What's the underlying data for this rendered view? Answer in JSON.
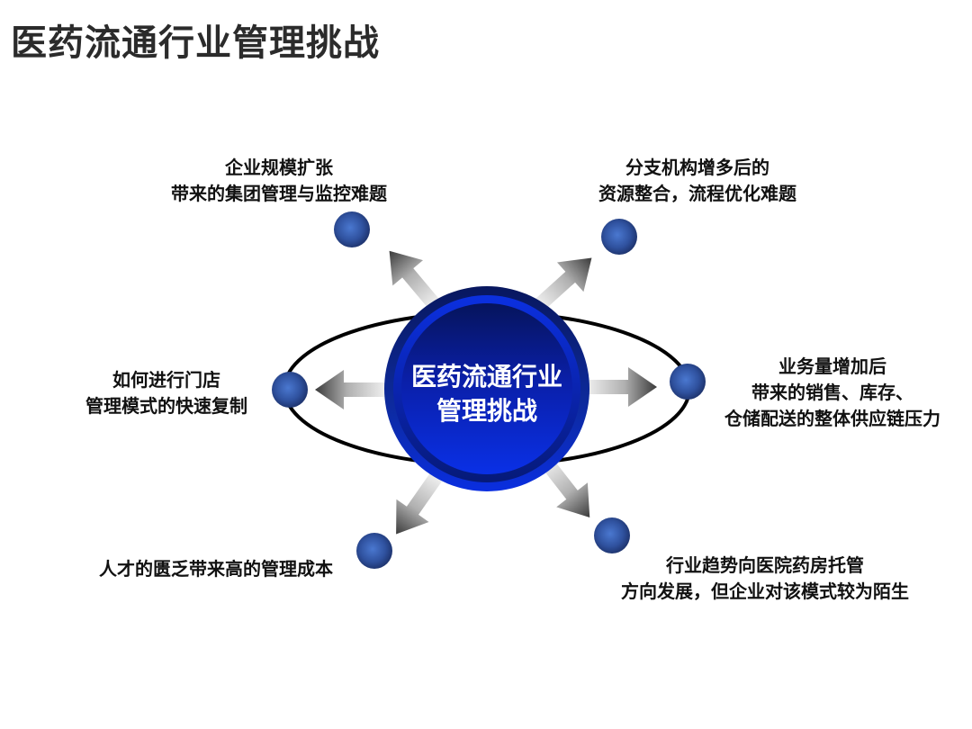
{
  "title": "医药流通行业管理挑战",
  "center": {
    "line1": "医药流通行业",
    "line2": "管理挑战"
  },
  "challenges": [
    {
      "position": "top-left",
      "lines": [
        "企业规模扩张",
        "带来的集团管理与监控难题"
      ]
    },
    {
      "position": "top-right",
      "lines": [
        "分支机构增多后的",
        "资源整合，流程优化难题"
      ]
    },
    {
      "position": "left",
      "lines": [
        "如何进行门店",
        "管理模式的快速复制"
      ]
    },
    {
      "position": "right",
      "lines": [
        "业务量增加后",
        "带来的销售、库存、",
        "仓储配送的整体供应链压力"
      ]
    },
    {
      "position": "bottom-left",
      "lines": [
        "人才的匮乏带来高的管理成本"
      ]
    },
    {
      "position": "bottom-right",
      "lines": [
        "行业趋势向医院药房托管",
        "方向发展，但企业对该模式较为陌生"
      ]
    }
  ],
  "colors": {
    "title_text": "#2b2b2b",
    "label_text": "#111111",
    "circle_dark": "#0a1466",
    "circle_bright": "#0a2fe0",
    "sphere": "#3a5fb0",
    "ellipse_stroke": "#000000"
  }
}
